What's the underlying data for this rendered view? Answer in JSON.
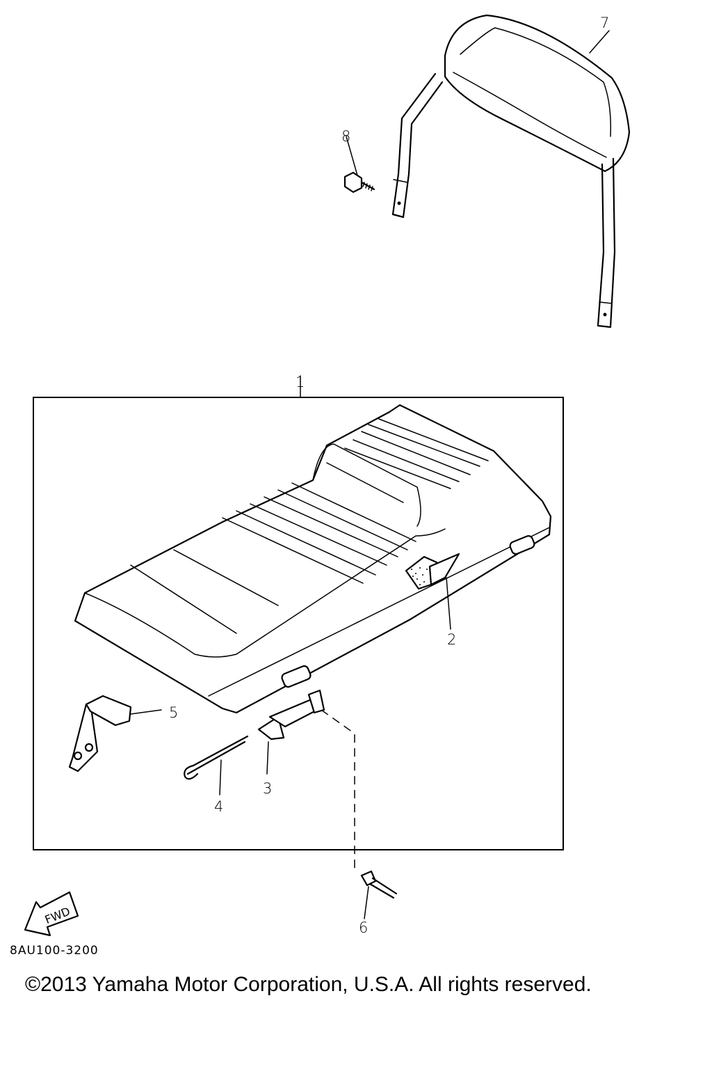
{
  "callouts": {
    "c1": "1",
    "c2": "2",
    "c3": "3",
    "c4": "4",
    "c5": "5",
    "c6": "6",
    "c7": "7",
    "c8": "8"
  },
  "fwd_label": "FWD",
  "drawing_code": "8AU100-3200",
  "copyright": "©2013 Yamaha Motor Corporation, U.S.A. All rights reserved."
}
